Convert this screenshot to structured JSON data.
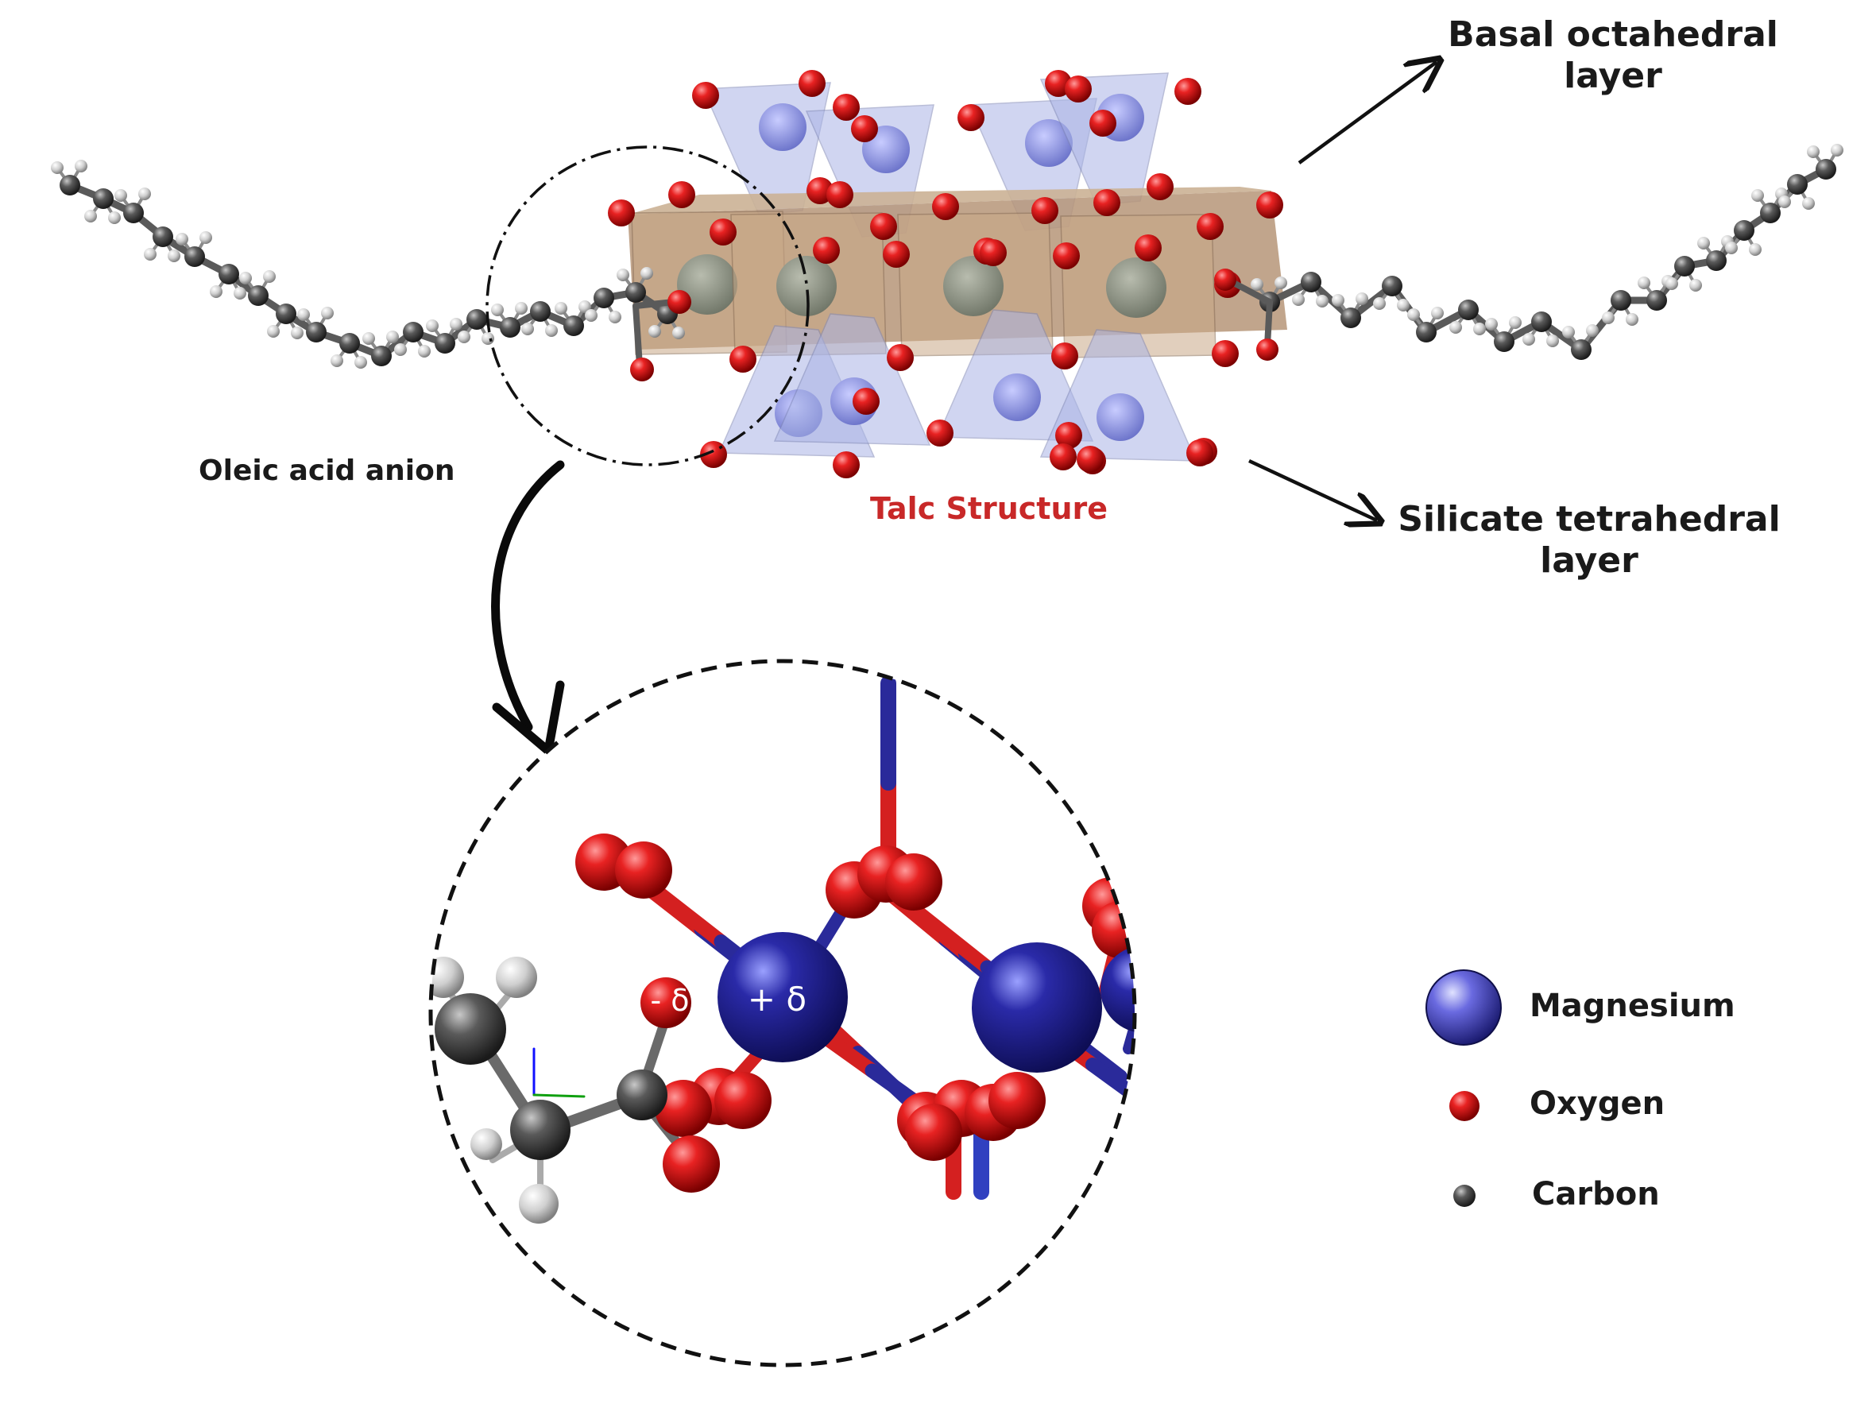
{
  "labels": {
    "basal_line1": "Basal octahedral",
    "basal_line2": "layer",
    "silicate_line1": "Silicate tetrahedral",
    "silicate_line2": "layer",
    "oleic": "Oleic acid anion",
    "talc": "Talc Structure",
    "delta_minus": "- δ",
    "delta_plus": "+ δ"
  },
  "legend": [
    {
      "label": "Magnesium",
      "color": "#2a2a9a"
    },
    {
      "label": "Oxygen",
      "color": "#d41414"
    },
    {
      "label": "Carbon",
      "color": "#4a4a4a"
    }
  ],
  "colors": {
    "magnesium": "#1e1e86",
    "oxygen": "#d41414",
    "carbon": "#3c3c3c",
    "hydrogen": "#d9d9d9",
    "octahedra": "#c8a98c",
    "tetrahedra": "#aab4e6",
    "talc_label": "#c82828"
  }
}
